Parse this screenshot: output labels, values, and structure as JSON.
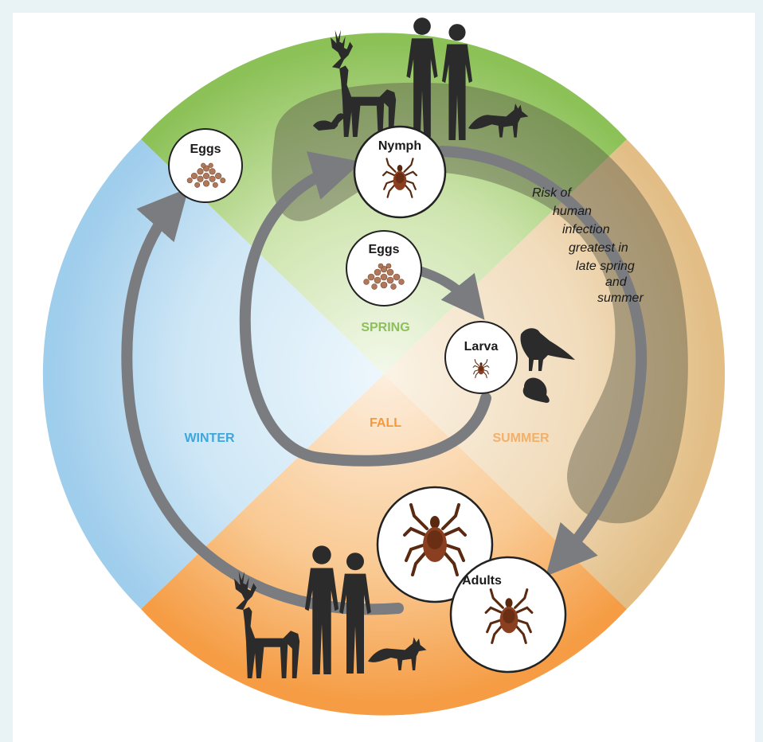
{
  "seasons": {
    "spring": {
      "label": "SPRING",
      "color": "#8dc05a"
    },
    "summer": {
      "label": "SUMMER",
      "color": "#f2b06a"
    },
    "fall": {
      "label": "FALL",
      "color": "#f59a3c"
    },
    "winter": {
      "label": "WINTER",
      "color": "#3ea6d9"
    }
  },
  "stages": {
    "eggs_winter": "Eggs",
    "eggs_spring": "Eggs",
    "nymph": "Nymph",
    "larva": "Larva",
    "adults": "Adults"
  },
  "risk_note": {
    "lines": [
      "Risk of",
      "human",
      "infection",
      "greatest in",
      "late spring",
      "and",
      "summer"
    ]
  },
  "colors": {
    "arrow": "#7a7c80",
    "tick_body": "#7a3a1c",
    "tick_legs": "#5a2a10",
    "silhouette": "#2b2b2b",
    "risk_band": "#5a5a4a"
  }
}
